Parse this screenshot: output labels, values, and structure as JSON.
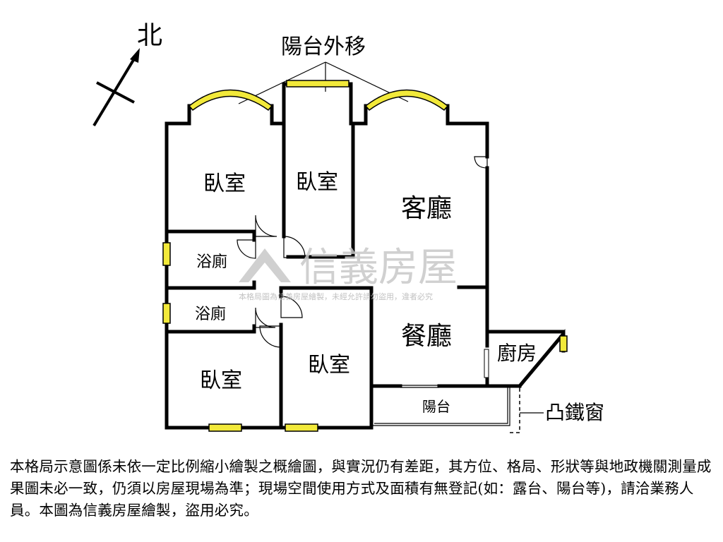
{
  "compass": {
    "north": "北"
  },
  "annotations": {
    "balcony_extension": "陽台外移",
    "bay_window": "凸鐵窗"
  },
  "rooms": {
    "bedroom_nw": "臥室",
    "bedroom_n": "臥室",
    "living_room": "客廳",
    "bath_upper": "浴廁",
    "bath_lower": "浴廁",
    "dining_room": "餐廳",
    "kitchen": "廚房",
    "bedroom_sw": "臥室",
    "bedroom_s": "臥室",
    "balcony": "陽台"
  },
  "watermark": {
    "brand": "信義房屋",
    "notice": "本格局圖為信義房屋繪製，未經允許請勿盜用，違者必究"
  },
  "colors": {
    "window": "#f2e93a",
    "wall": "#000000",
    "watermark": "#c8c8c8"
  },
  "disclaimer": "本格局示意圖係未依一定比例縮小繪製之概繪圖，與實況仍有差距，其方位、格局、形狀等與地政機關測量成果圖未必一致，仍須以房屋現場為準；現場空間使用方式及面積有無登記(如：露台、陽台等)，請洽業務人員。本圖為信義房屋繪製，盜用必究。"
}
